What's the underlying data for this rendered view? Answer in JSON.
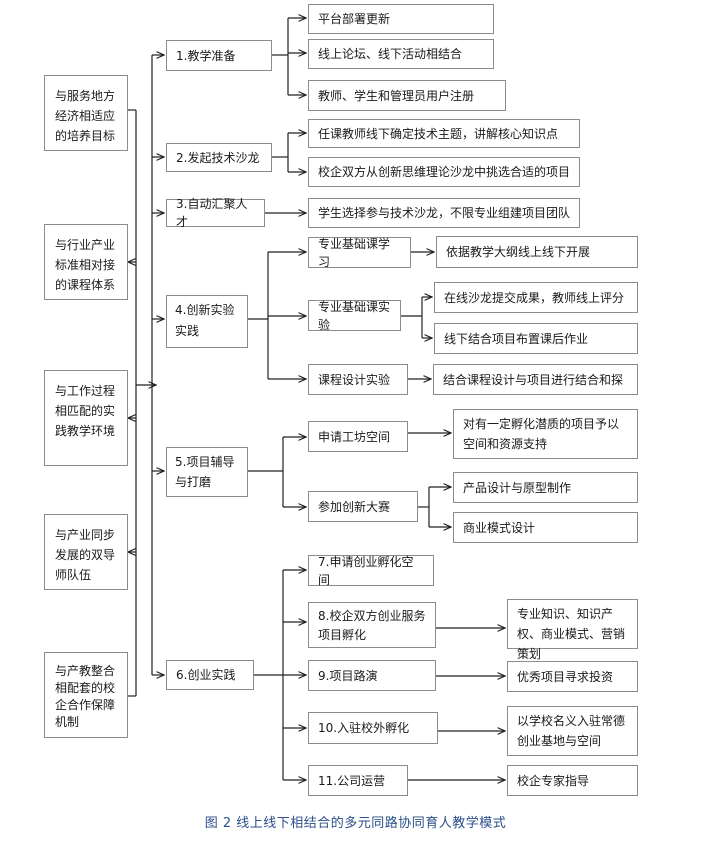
{
  "goals": [
    "与服务地方经济相适应的培养目标",
    "与行业产业标准相对接的课程体系",
    "与工作过程相匹配的实践教学环境",
    "与产业同步发展的双导师队伍",
    "与产教整合相配套的校企合作保障机制"
  ],
  "stages": [
    "1.教学准备",
    "2.发起技术沙龙",
    "3.自动汇聚人才",
    "4.创新实验实践",
    "5.项目辅导与打磨",
    "6.创业实践"
  ],
  "level2": {
    "s1": [
      "平台部署更新",
      "线上论坛、线下活动相结合",
      "教师、学生和管理员用户注册"
    ],
    "s2": [
      "任课教师线下确定技术主题，讲解核心知识点",
      "校企双方从创新思维理论沙龙中挑选合适的项目"
    ],
    "s3": [
      "学生选择参与技术沙龙，不限专业组建项目团队"
    ],
    "s4": [
      "专业基础课学习",
      "专业基础课实验",
      "课程设计实验"
    ],
    "s5": [
      "申请工坊空间",
      "参加创新大赛"
    ],
    "s6": [
      "7.申请创业孵化空间",
      "8.校企双方创业服务项目孵化",
      "9.项目路演",
      "10.入驻校外孵化",
      "11.公司运营"
    ]
  },
  "level3": {
    "s4": [
      "依据教学大纲线上线下开展",
      "在线沙龙提交成果，教师线上评分",
      "线下结合项目布置课后作业",
      "结合课程设计与项目进行结合和探"
    ],
    "s5": [
      "对有一定孵化潜质的项目予以空间和资源支持",
      "产品设计与原型制作",
      "商业模式设计"
    ],
    "s6": [
      "专业知识、知识产权、商业模式、营销策划",
      "优秀项目寻求投资",
      "以学校名义入驻常德创业基地与空间",
      "校企专家指导"
    ]
  },
  "caption": "图 2 线上线下相结合的多元同路协同育人教学模式",
  "colors": {
    "line": "#222222",
    "border": "#8c8c8c",
    "caption": "#2a4f8a"
  }
}
